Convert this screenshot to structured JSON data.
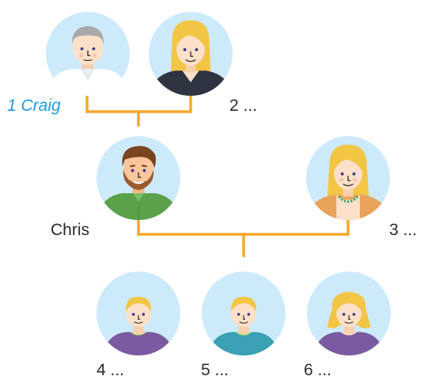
{
  "people": {
    "p1": {
      "label": "1 Craig",
      "selected": true,
      "icon": "avatar-grey-hair-man"
    },
    "p2": {
      "label": "2 ...",
      "icon": "avatar-blonde-woman"
    },
    "child": {
      "label": "Chris",
      "icon": "avatar-bearded-man"
    },
    "p3": {
      "label": "3 ...",
      "icon": "avatar-blonde-woman-necklace"
    },
    "p4": {
      "label": "4 ...",
      "icon": "avatar-blonde-boy-purple"
    },
    "p5": {
      "label": "5 ...",
      "icon": "avatar-blonde-boy-teal"
    },
    "p6": {
      "label": "6 ...",
      "icon": "avatar-blonde-girl-purple"
    }
  },
  "colors": {
    "connector": "#f7a72b",
    "selected_label": "#1f9be0",
    "label": "#2b2b2b",
    "avatar_bg": "#cdeafb"
  }
}
